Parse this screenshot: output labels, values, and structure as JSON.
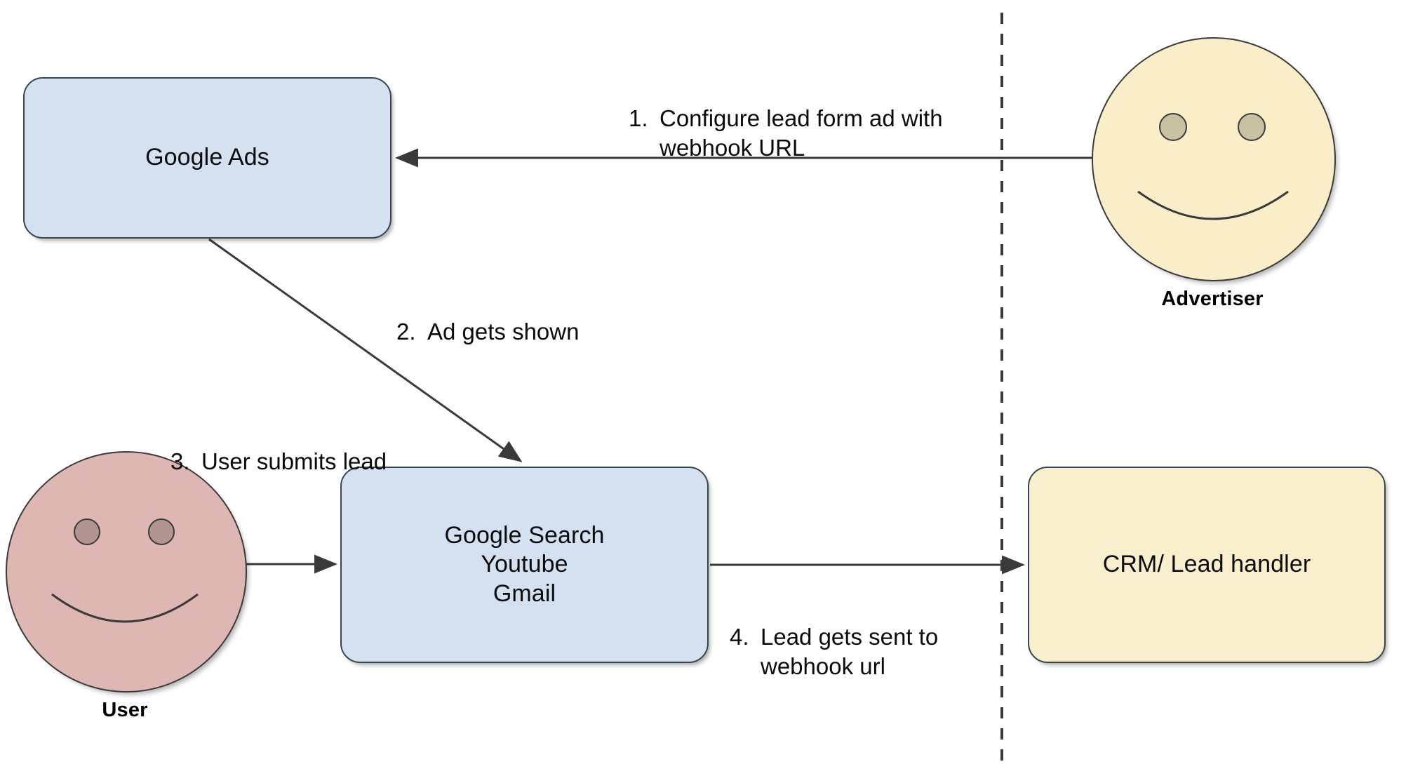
{
  "diagram": {
    "title": "Google Ads lead form webhook flow",
    "background": "#ffffff",
    "divider": {
      "name": "vertical-dashed-divider",
      "style": "dashed",
      "color": "#3a3a3a"
    }
  },
  "nodes": {
    "google_ads": {
      "label": "Google Ads",
      "shape": "rounded-rectangle",
      "fill": "#d4e1f0",
      "stroke": "#37474f"
    },
    "google_properties": {
      "label": "Google Search\nYoutube\nGmail",
      "lines": [
        "Google Search",
        "Youtube",
        "Gmail"
      ],
      "shape": "rounded-rectangle",
      "fill": "#d4e1f0",
      "stroke": "#37474f"
    },
    "crm": {
      "label": "CRM/ Lead handler",
      "shape": "rounded-rectangle",
      "fill": "#faefcc",
      "stroke": "#37474f"
    },
    "advertiser": {
      "label": "Advertiser",
      "shape": "smiley-face",
      "fill": "#faeec8",
      "eye_fill": "#c8c2a1",
      "stroke": "#3a3a3a"
    },
    "user": {
      "label": "User",
      "shape": "smiley-face",
      "fill": "#dfb7b2",
      "eye_fill": "#b29490",
      "stroke": "#3a3a3a"
    }
  },
  "steps": [
    {
      "number": "1.",
      "text": "Configure lead form ad with\nwebhook URL",
      "from": "advertiser",
      "to": "google_ads"
    },
    {
      "number": "2.",
      "text": "Ad gets shown",
      "from": "google_ads",
      "to": "google_properties"
    },
    {
      "number": "3.",
      "text": "User submits lead",
      "from": "user",
      "to": "google_properties"
    },
    {
      "number": "4.",
      "text": "Lead gets sent to\nwebhook url",
      "from": "google_properties",
      "to": "crm"
    }
  ]
}
